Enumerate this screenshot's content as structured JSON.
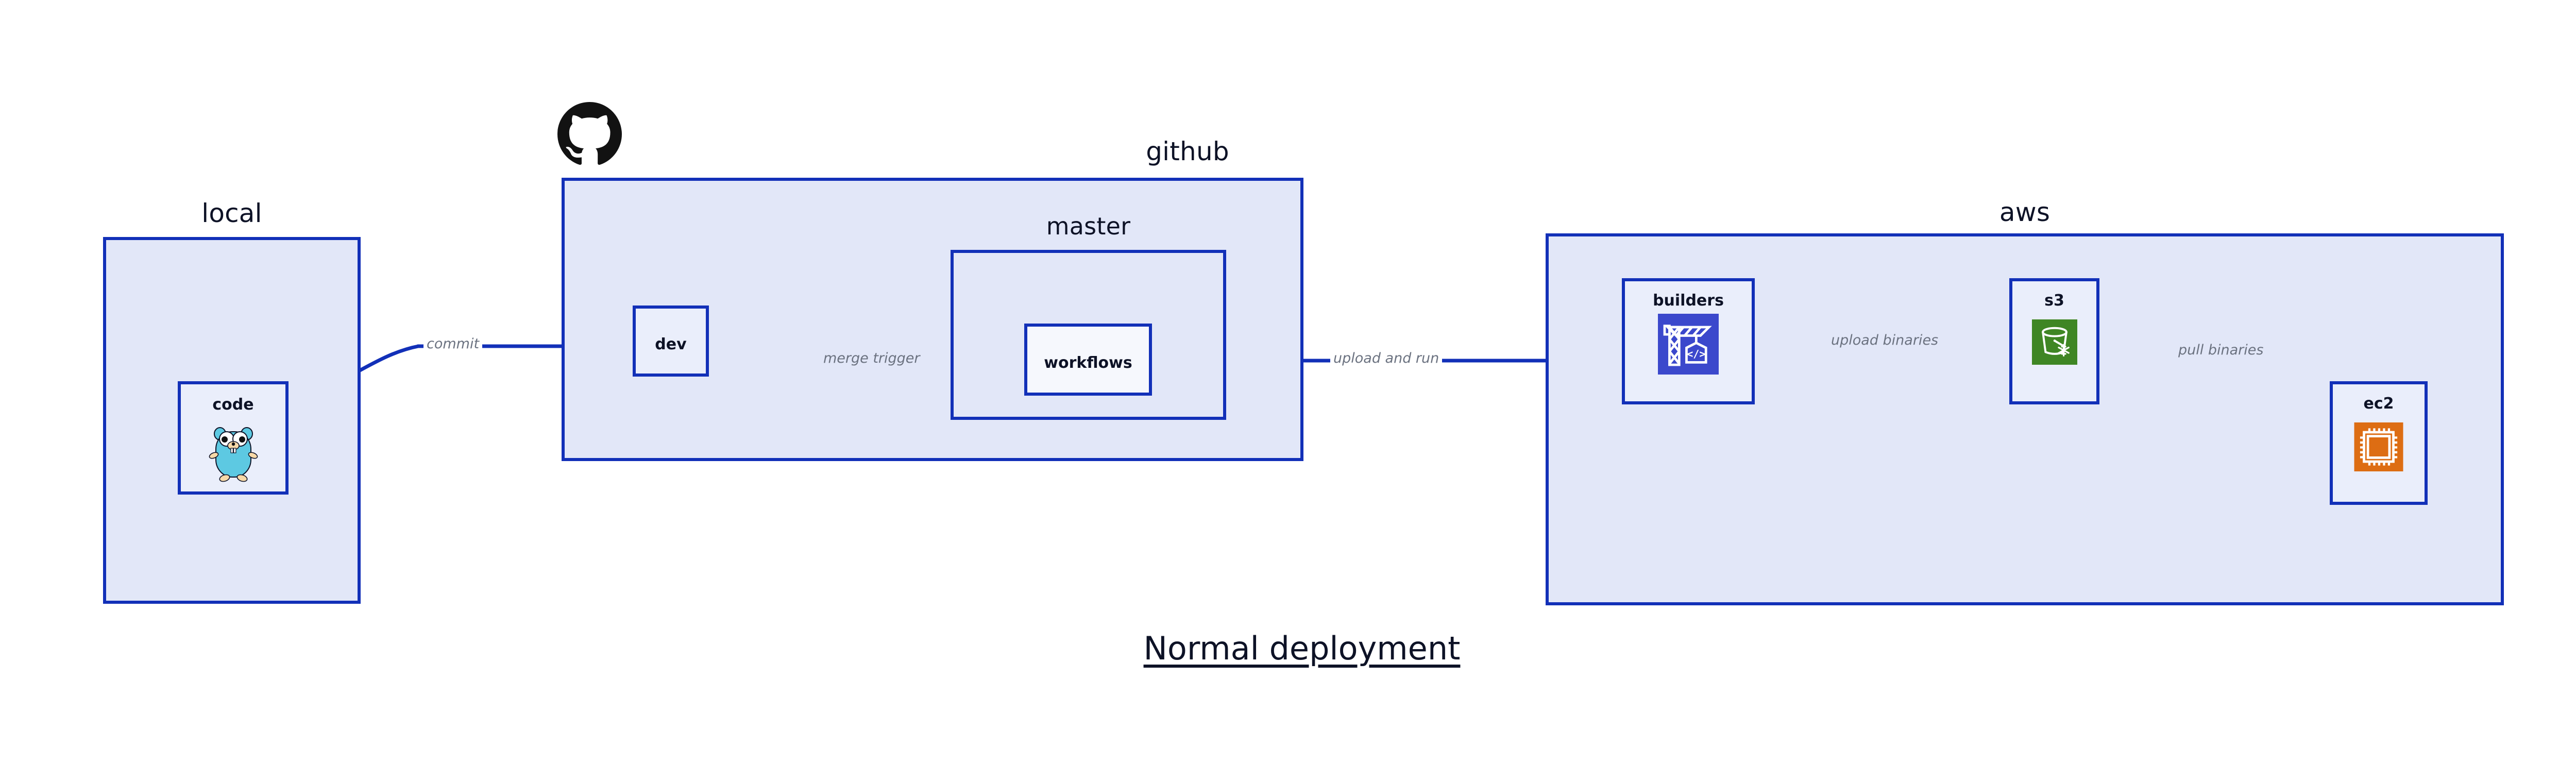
{
  "diagram": {
    "title": "Normal deployment",
    "colors": {
      "edge": "#1230b8",
      "group_border": "#1230b8",
      "group_fill": "#e2e7f8",
      "node_fill": "#eaeefb",
      "node_fill_light": "#f6f8fd",
      "label_text": "#0d1226",
      "edge_label_text": "#6b7280",
      "codebuild_blue": "#3b48cc",
      "s3_green": "#3f8624",
      "ec2_orange": "#dd6d13",
      "gopher_cyan": "#5dc9e2",
      "github_black": "#121212"
    },
    "groups": [
      {
        "id": "local",
        "label": "local"
      },
      {
        "id": "github",
        "label": "github"
      },
      {
        "id": "master",
        "label": "master"
      },
      {
        "id": "aws",
        "label": "aws"
      }
    ],
    "nodes": [
      {
        "id": "code",
        "label": "code",
        "icon": "go-gopher-icon",
        "group": "local"
      },
      {
        "id": "dev",
        "label": "dev",
        "icon": null,
        "group": "github"
      },
      {
        "id": "workflows",
        "label": "workflows",
        "icon": null,
        "group": "master"
      },
      {
        "id": "builders",
        "label": "builders",
        "icon": "aws-codebuild-icon",
        "group": "aws"
      },
      {
        "id": "s3",
        "label": "s3",
        "icon": "aws-s3-glacier-icon",
        "group": "aws"
      },
      {
        "id": "ec2",
        "label": "ec2",
        "icon": "aws-ec2-icon",
        "group": "aws"
      }
    ],
    "edges": [
      {
        "id": "commit",
        "label": "commit",
        "from": "code",
        "to": "dev"
      },
      {
        "id": "merge-trigger",
        "label": "merge trigger",
        "from": "dev",
        "to": "workflows"
      },
      {
        "id": "upload-and-run",
        "label": "upload and run",
        "from": "workflows",
        "to": "builders"
      },
      {
        "id": "upload-binaries",
        "label": "upload binaries",
        "from": "builders",
        "to": "s3"
      },
      {
        "id": "pull-binaries",
        "label": "pull binaries",
        "from": "s3",
        "to": "ec2"
      }
    ],
    "logos": [
      {
        "id": "github-logo",
        "name": "github-octocat-logo"
      }
    ]
  }
}
